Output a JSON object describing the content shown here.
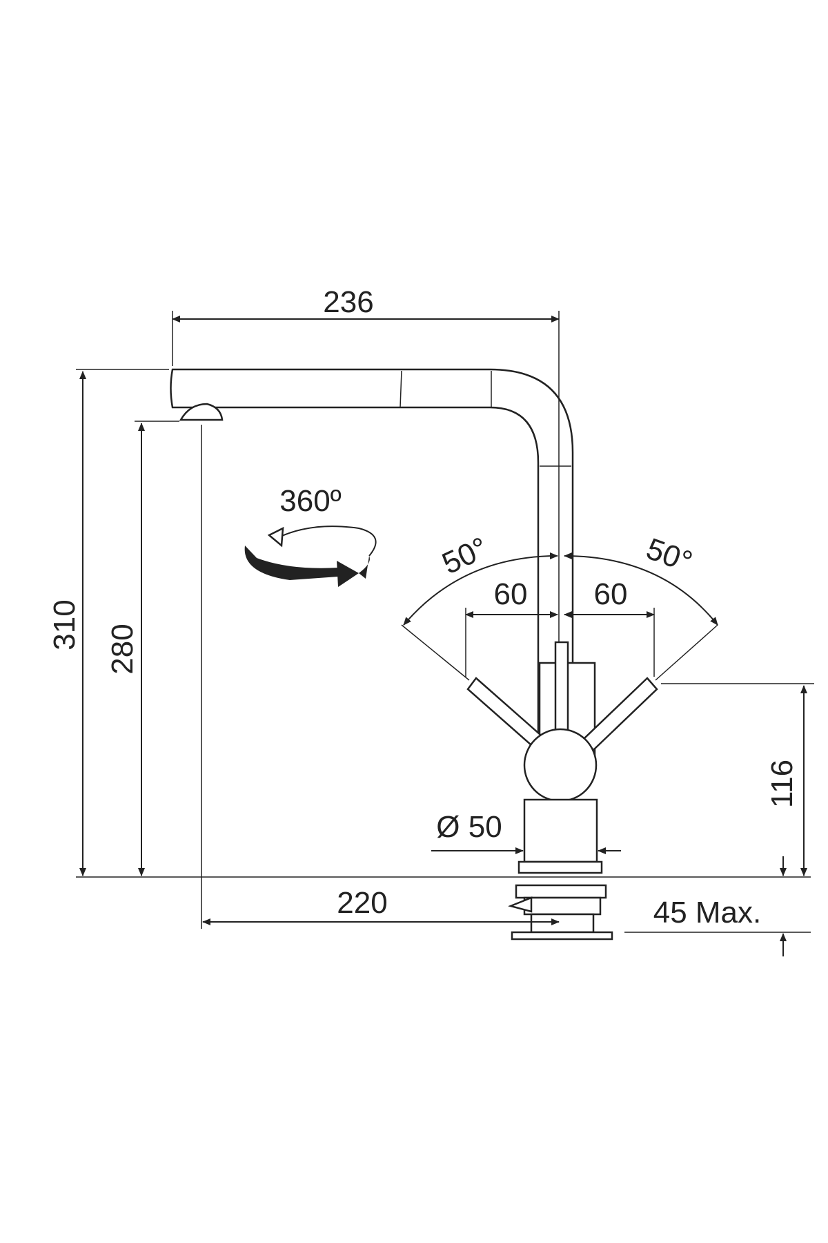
{
  "dimensions": {
    "spout_reach": "236",
    "total_height": "310",
    "outlet_height": "280",
    "rotation": "360º",
    "left_angle": "50°",
    "right_angle": "50°",
    "left_lever_offset": "60",
    "right_lever_offset": "60",
    "lever_height": "116",
    "base_diameter": "Ø 50",
    "outlet_to_center": "220",
    "max_counter_thickness": "45 Max."
  },
  "colors": {
    "line": "#222222",
    "background": "#ffffff"
  }
}
